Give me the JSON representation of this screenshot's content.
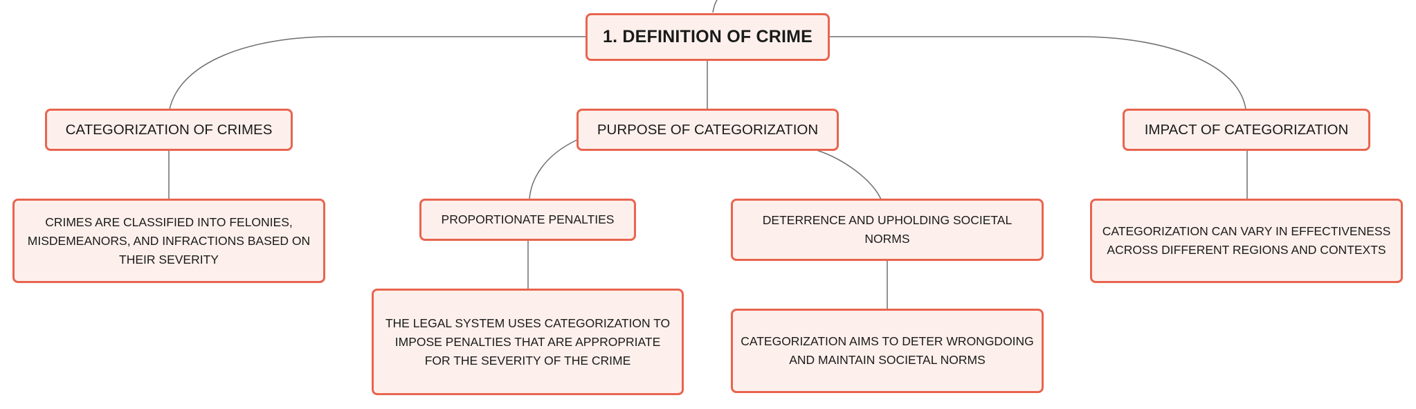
{
  "mindmap": {
    "root": {
      "label": "1. DEFINITION OF CRIME"
    },
    "branches": [
      {
        "label": "CATEGORIZATION OF CRIMES",
        "children": [
          {
            "label": "CRIMES ARE CLASSIFIED INTO FELONIES, MISDEMEANORS, AND INFRACTIONS BASED ON THEIR SEVERITY"
          }
        ]
      },
      {
        "label": "PURPOSE OF CATEGORIZATION",
        "children": [
          {
            "label": "PROPORTIONATE PENALTIES",
            "children": [
              {
                "label": "THE LEGAL SYSTEM USES CATEGORIZATION TO IMPOSE PENALTIES THAT ARE APPROPRIATE FOR THE SEVERITY OF THE CRIME"
              }
            ]
          },
          {
            "label": "DETERRENCE AND UPHOLDING SOCIETAL NORMS",
            "children": [
              {
                "label": "CATEGORIZATION AIMS TO DETER WRONGDOING AND MAINTAIN SOCIETAL NORMS"
              }
            ]
          }
        ]
      },
      {
        "label": "IMPACT OF CATEGORIZATION",
        "children": [
          {
            "label": "CATEGORIZATION CAN VARY IN EFFECTIVENESS ACROSS DIFFERENT REGIONS AND CONTEXTS"
          }
        ]
      }
    ]
  },
  "colors": {
    "node_border": "#e8644e",
    "node_fill": "#fdf0ec",
    "connector": "#6e6e6e",
    "text": "#1a1a1a"
  }
}
